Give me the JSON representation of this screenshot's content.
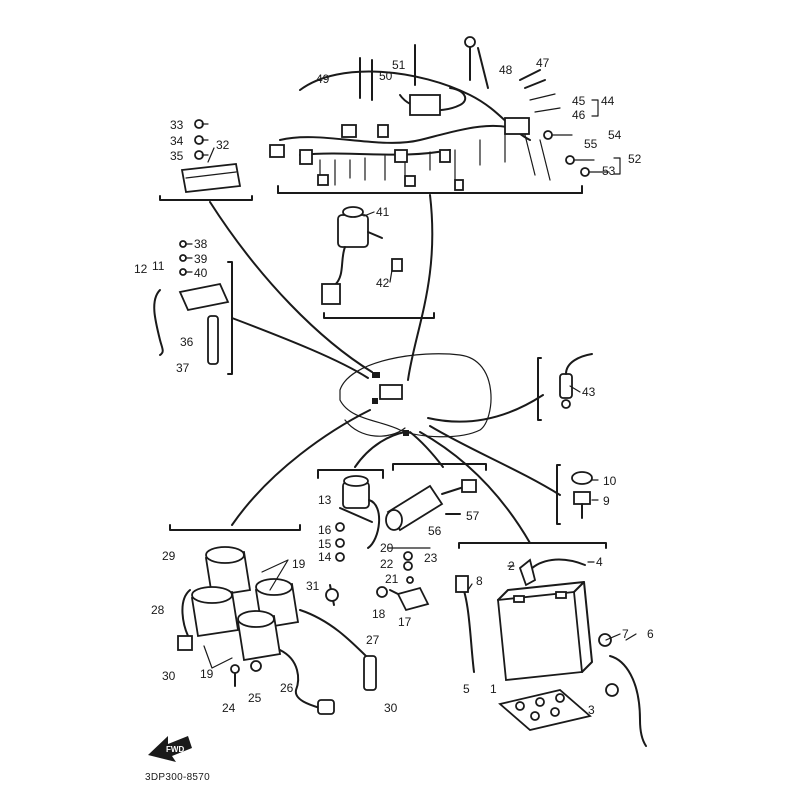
{
  "diagram_code": "3DP300-8570",
  "fwd_label": "FWD",
  "callouts": {
    "n1": "1",
    "n2": "2",
    "n3": "3",
    "n4": "4",
    "n5": "5",
    "n6": "6",
    "n7": "7",
    "n8": "8",
    "n9": "9",
    "n10": "10",
    "n11": "11",
    "n12": "12",
    "n13": "13",
    "n14": "14",
    "n15": "15",
    "n16": "16",
    "n17": "17",
    "n18": "18",
    "n19a": "19",
    "n19b": "19",
    "n20": "20",
    "n21": "21",
    "n22": "22",
    "n23": "23",
    "n24": "24",
    "n25": "25",
    "n26": "26",
    "n27": "27",
    "n28": "28",
    "n29": "29",
    "n30a": "30",
    "n30b": "30",
    "n31": "31",
    "n32": "32",
    "n33": "33",
    "n34": "34",
    "n35": "35",
    "n36": "36",
    "n37": "37",
    "n38": "38",
    "n39": "39",
    "n40": "40",
    "n41": "41",
    "n42": "42",
    "n43": "43",
    "n44": "44",
    "n45": "45",
    "n46": "46",
    "n47": "47",
    "n48": "48",
    "n49": "49",
    "n50": "50",
    "n51": "51",
    "n52": "52",
    "n53": "53",
    "n54": "54",
    "n55": "55",
    "n56": "56",
    "n57": "57"
  }
}
